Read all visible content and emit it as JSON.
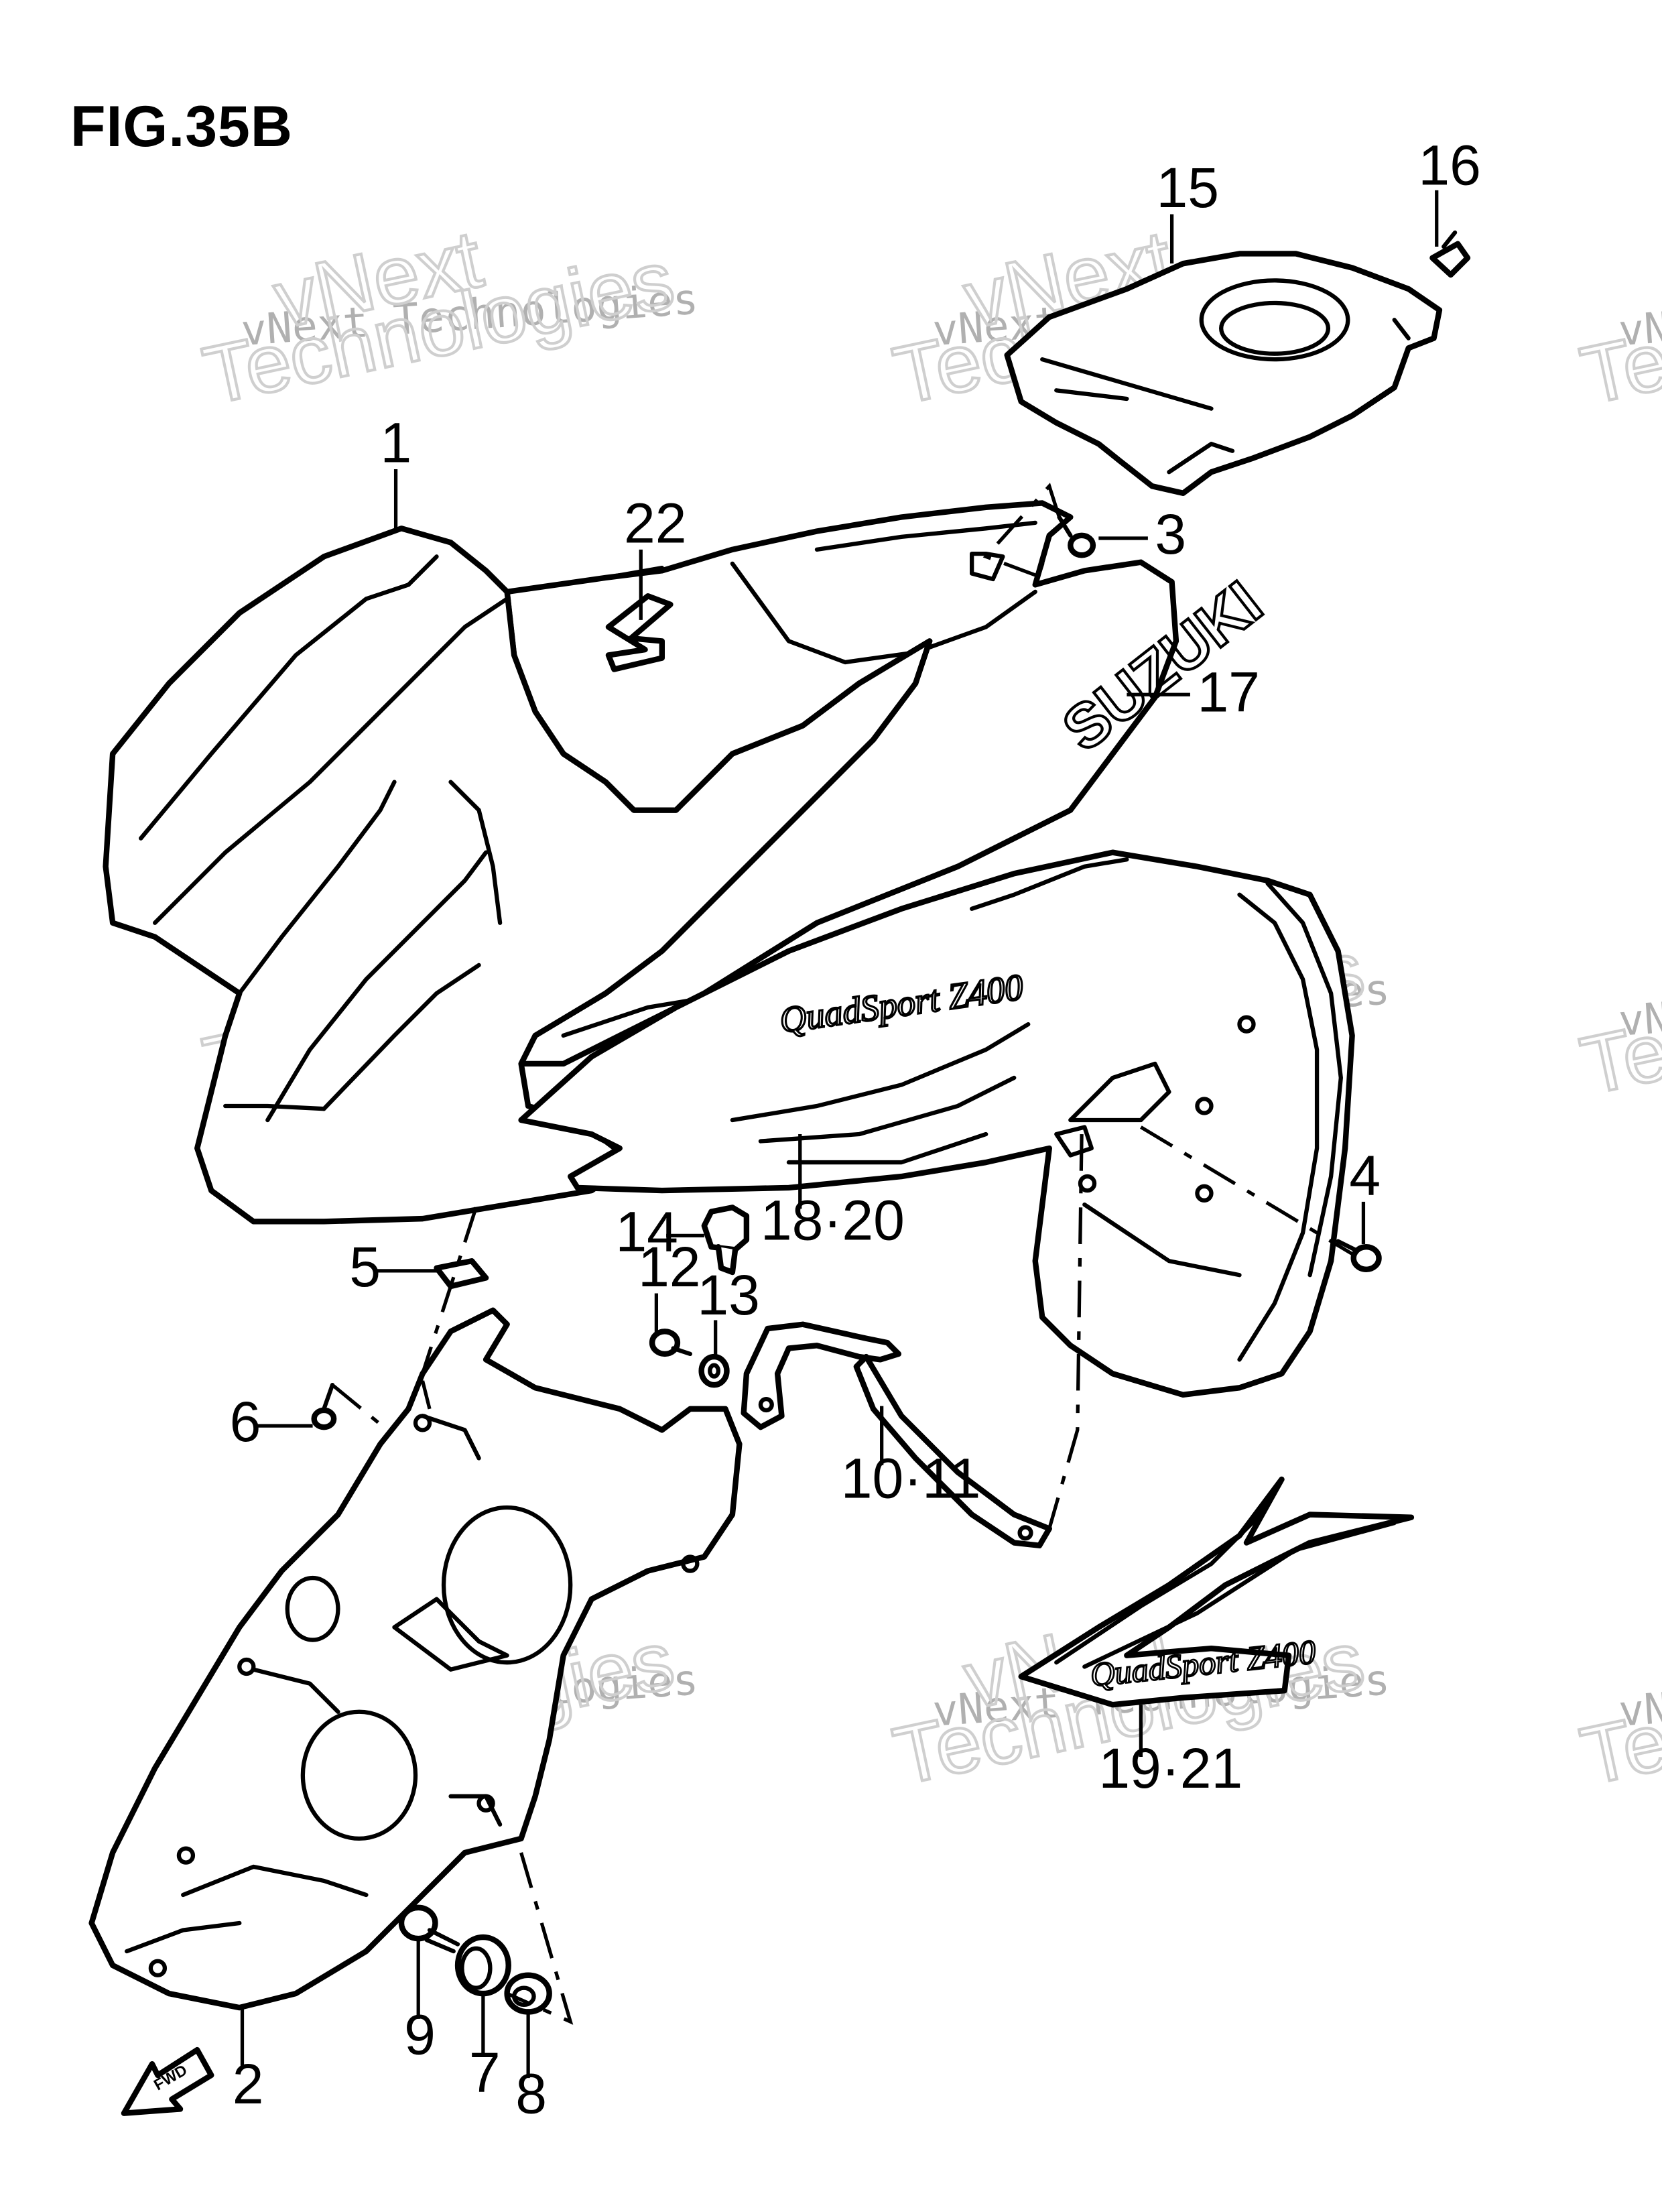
{
  "figure_title": "FIG.35B",
  "watermark": {
    "line1": "vNext Technologies",
    "line2": "vNext",
    "line3": "Technologies"
  },
  "decals": {
    "brand": "SUZUKI",
    "model": "QuadSport Z400"
  },
  "direction_label": "FWD",
  "callouts": [
    {
      "id": "c1",
      "label": "1"
    },
    {
      "id": "c2",
      "label": "2"
    },
    {
      "id": "c3",
      "label": "3"
    },
    {
      "id": "c4",
      "label": "4"
    },
    {
      "id": "c5",
      "label": "5"
    },
    {
      "id": "c6",
      "label": "6"
    },
    {
      "id": "c7",
      "label": "7"
    },
    {
      "id": "c8",
      "label": "8"
    },
    {
      "id": "c9",
      "label": "9"
    },
    {
      "id": "c10",
      "label": "10·11"
    },
    {
      "id": "c12",
      "label": "12"
    },
    {
      "id": "c13",
      "label": "13"
    },
    {
      "id": "c14",
      "label": "14"
    },
    {
      "id": "c15",
      "label": "15"
    },
    {
      "id": "c16",
      "label": "16"
    },
    {
      "id": "c17",
      "label": "17"
    },
    {
      "id": "c18",
      "label": "18·20"
    },
    {
      "id": "c19",
      "label": "19·21"
    },
    {
      "id": "c22",
      "label": "22"
    }
  ]
}
